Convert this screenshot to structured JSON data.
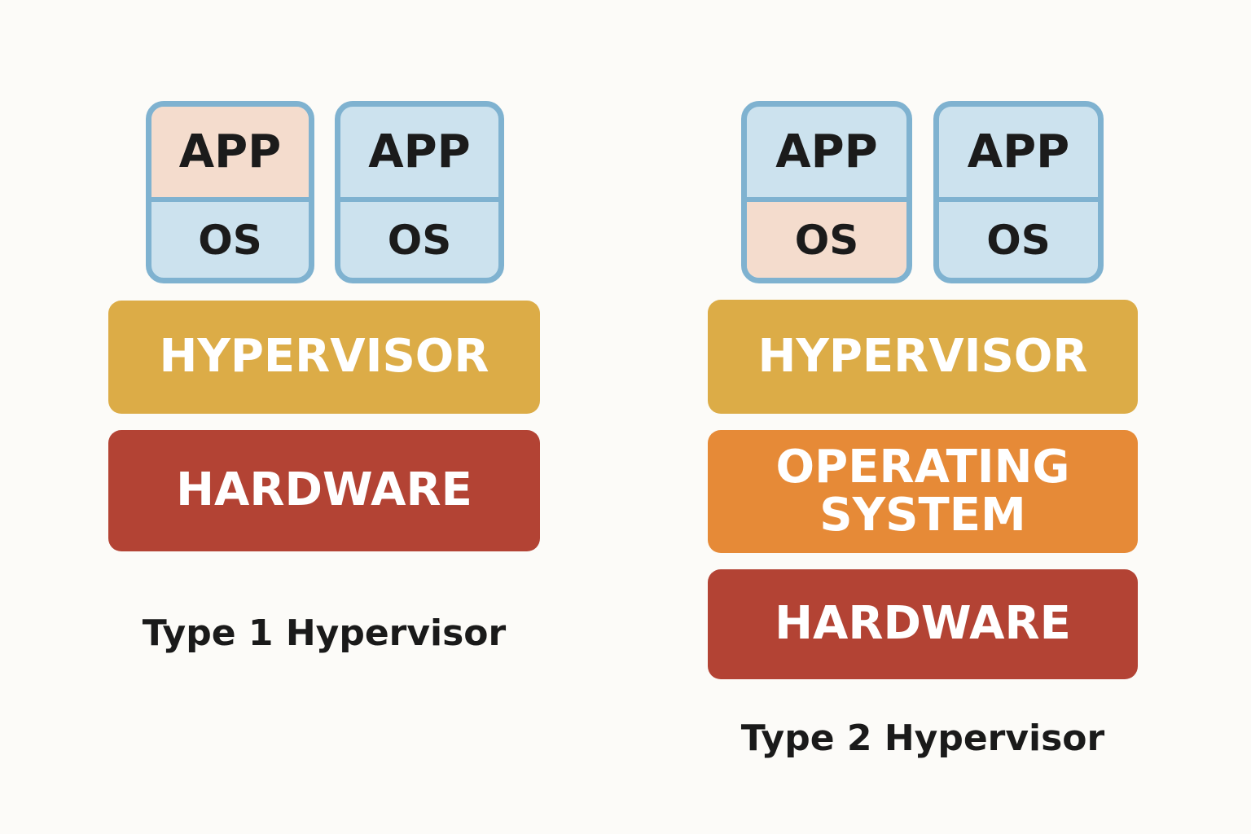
{
  "colors": {
    "background": "#fcfbf8",
    "vm_border": "#7fb2d0",
    "vm_fill_blue": "#cce2ee",
    "vm_fill_highlight": "#f4dccd",
    "hypervisor": "#dcac47",
    "hardware": "#b34334",
    "operating_system": "#e68a37",
    "text_dark": "#1b1b1b",
    "text_light": "#ffffff"
  },
  "type1": {
    "caption": "Type 1 Hypervisor",
    "vms": [
      {
        "app": "APP",
        "os": "OS",
        "highlight": "app"
      },
      {
        "app": "APP",
        "os": "OS",
        "highlight": "none"
      }
    ],
    "hypervisor": "HYPERVISOR",
    "hardware": "HARDWARE"
  },
  "type2": {
    "caption": "Type 2 Hypervisor",
    "vms": [
      {
        "app": "APP",
        "os": "OS",
        "highlight": "os"
      },
      {
        "app": "APP",
        "os": "OS",
        "highlight": "none"
      }
    ],
    "hypervisor": "HYPERVISOR",
    "operating_system_line1": "OPERATING",
    "operating_system_line2": "SYSTEM",
    "hardware": "HARDWARE"
  }
}
